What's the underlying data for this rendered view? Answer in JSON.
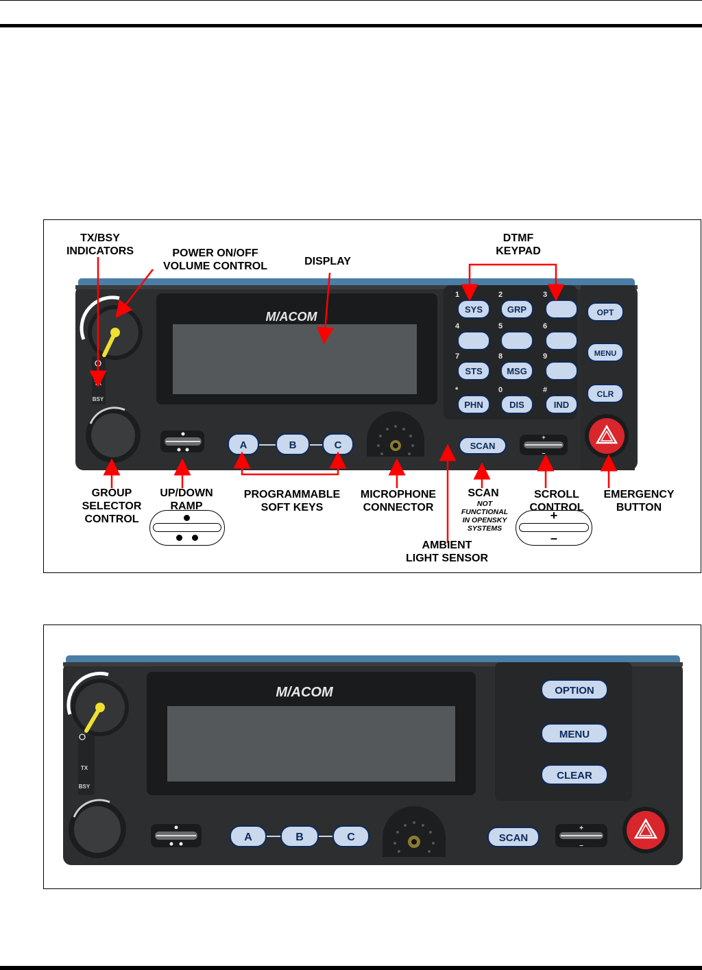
{
  "figure1": {
    "callouts": {
      "tx_bsy": "TX/BSY\nINDICATORS",
      "power": "POWER ON/OFF\nVOLUME CONTROL",
      "display": "DISPLAY",
      "dtmf": "DTMF\nKEYPAD",
      "group": "GROUP\nSELECTOR\nCONTROL",
      "updown": "UP/DOWN\nRAMP",
      "softkeys": "PROGRAMMABLE\nSOFT KEYS",
      "mic": "MICROPHONE\nCONNECTOR",
      "scan": "SCAN",
      "scan_note": "NOT\nFUNCTIONAL\nIN OPENSKY\nSYSTEMS",
      "scroll": "SCROLL\nCONTROL",
      "emergency": "EMERGENCY\nBUTTON",
      "ambient": "AMBIENT\nLIGHT SENSOR"
    },
    "scroll_plus": "+",
    "scroll_minus": "–",
    "radio": {
      "brand": "M/ACOM",
      "tx": "TX",
      "bsy": "BSY",
      "soft_keys": [
        "A",
        "B",
        "C"
      ],
      "scan_button": "SCAN",
      "side_buttons": [
        "OPT",
        "MENU",
        "CLR"
      ],
      "keypad": [
        {
          "digit": "1",
          "label": "SYS"
        },
        {
          "digit": "2",
          "label": "GRP"
        },
        {
          "digit": "3",
          "label": ""
        },
        {
          "digit": "4",
          "label": ""
        },
        {
          "digit": "5",
          "label": ""
        },
        {
          "digit": "6",
          "label": ""
        },
        {
          "digit": "7",
          "label": "STS"
        },
        {
          "digit": "8",
          "label": "MSG"
        },
        {
          "digit": "9",
          "label": ""
        },
        {
          "digit": "*",
          "label": "PHN"
        },
        {
          "digit": "0",
          "label": "DIS"
        },
        {
          "digit": "#",
          "label": "IND"
        }
      ]
    }
  },
  "figure2": {
    "radio": {
      "brand": "M/ACOM",
      "tx": "TX",
      "bsy": "BSY",
      "soft_keys": [
        "A",
        "B",
        "C"
      ],
      "scan_button": "SCAN",
      "side_buttons": [
        "OPTION",
        "MENU",
        "CLEAR"
      ]
    }
  },
  "colors": {
    "panel": "#2c2e30",
    "panel_top": "#4a7ea6",
    "display": "#55585a",
    "button": "#c9d8ec",
    "arrow": "#ff0000",
    "emergency": "#d8262c",
    "knob_arc": "#ffffff",
    "pointer": "#f0e030"
  }
}
